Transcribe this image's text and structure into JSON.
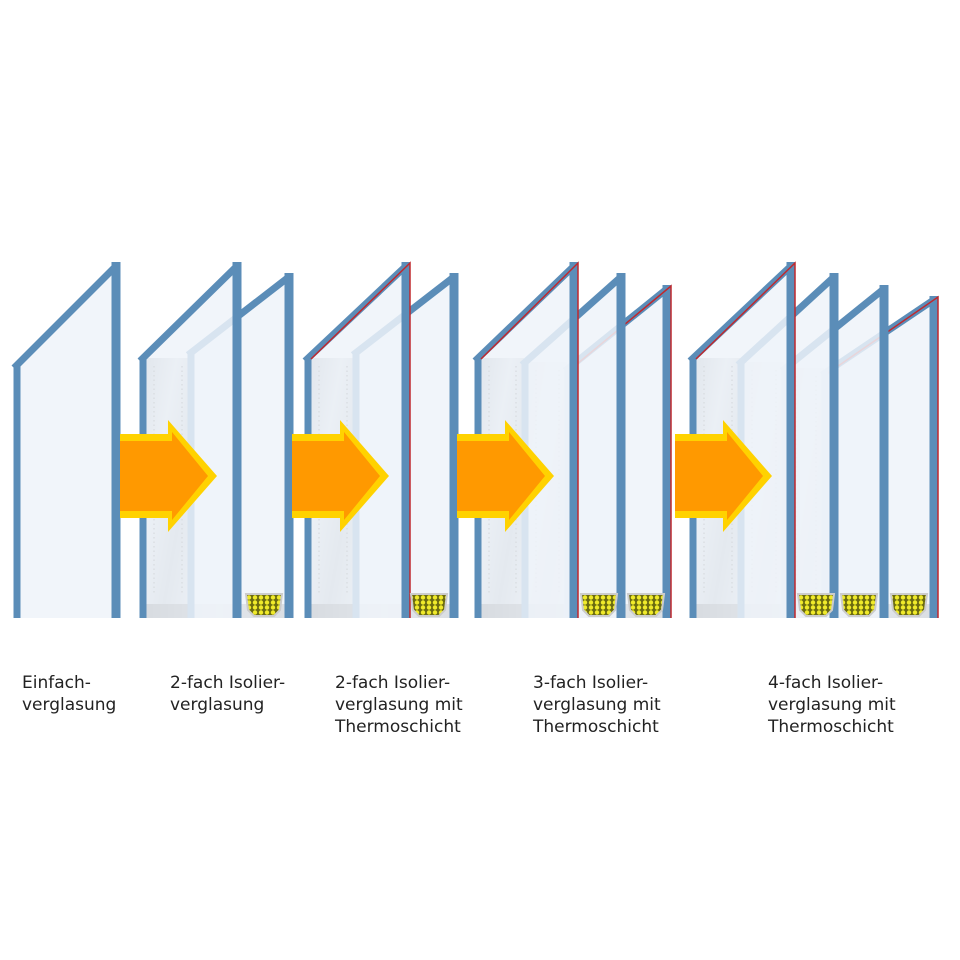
{
  "labels": [
    "Einfach-\nverglasung",
    "2-fach Isolier-\nverglasung",
    "2-fach Isolier-\nverglasung mit\nThermoschicht",
    "3-fach Isolier-\nverglasung mit\nThermoschicht",
    "4-fach Isolier-\nverglasung mit\nThermoschicht"
  ],
  "colors": {
    "glass_edge": "#5b8db8",
    "glass_fill": "#eef3f9",
    "thermo_coating": "#c0282d",
    "arrow_fill": "#ff9900",
    "arrow_outline": "#ffd200",
    "spacer": "#b8bec4",
    "desiccant": "#e6e21a"
  }
}
